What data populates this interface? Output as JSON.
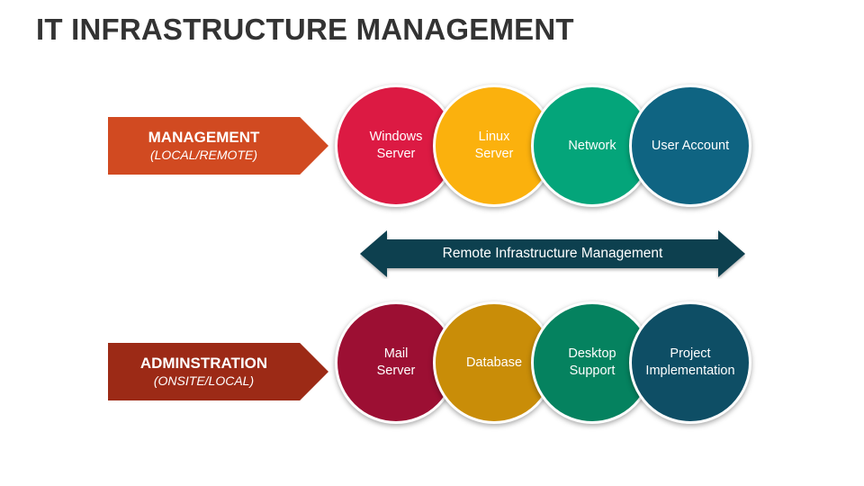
{
  "title": "IT INFRASTRUCTURE MANAGEMENT",
  "management": {
    "label": "MANAGEMENT",
    "sublabel": "(LOCAL/REMOTE)",
    "items": [
      {
        "label": "Windows\nServer",
        "color": "#dc1a43"
      },
      {
        "label": "Linux\nServer",
        "color": "#fbb10d"
      },
      {
        "label": "Network",
        "color": "#04a57a"
      },
      {
        "label": "User Account",
        "color": "#0f6482"
      }
    ]
  },
  "center_arrow": {
    "label": "Remote Infrastructure Management",
    "color": "#0d3f4f"
  },
  "administration": {
    "label": "ADMINSTRATION",
    "sublabel": "(ONSITE/LOCAL)",
    "items": [
      {
        "label": "Mail\nServer",
        "color": "#9c0f33"
      },
      {
        "label": "Database",
        "color": "#c98d08"
      },
      {
        "label": "Desktop\nSupport",
        "color": "#05825f"
      },
      {
        "label": "Project\nImplementation",
        "color": "#0e4e65"
      }
    ]
  }
}
